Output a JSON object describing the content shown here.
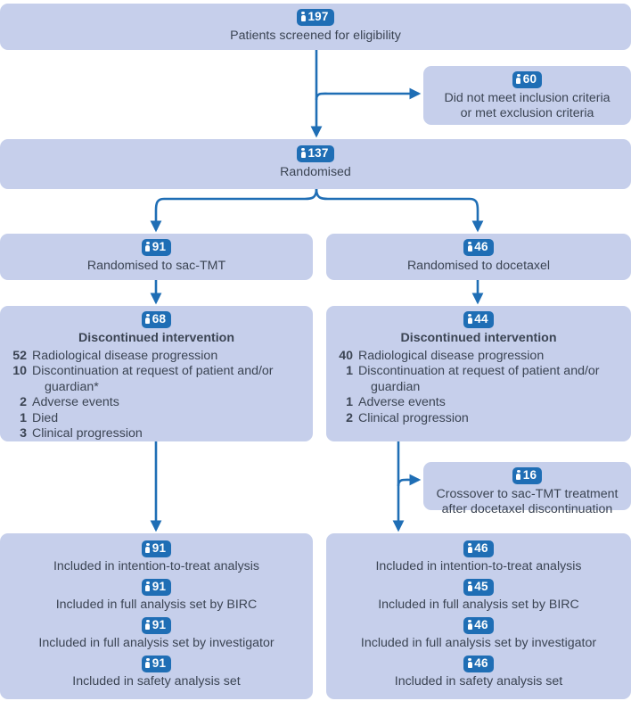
{
  "colors": {
    "box_fill": "#c6cfeb",
    "badge_fill": "#1f6eb5",
    "connector": "#1f6eb5",
    "text": "#3b4453"
  },
  "icon": "person-icon",
  "nodes": {
    "screened": {
      "count": "197",
      "label": "Patients screened for eligibility"
    },
    "excluded": {
      "count": "60",
      "label_line1": "Did not meet inclusion criteria",
      "label_line2": "or met exclusion criteria"
    },
    "randomised": {
      "count": "137",
      "label": "Randomised"
    },
    "arm_left": {
      "count": "91",
      "label": "Randomised to sac-TMT"
    },
    "arm_right": {
      "count": "46",
      "label": "Randomised to docetaxel"
    },
    "discontinued_left": {
      "count": "68",
      "title": "Discontinued intervention",
      "reasons": [
        {
          "n": "52",
          "text": "Radiological disease progression",
          "cont": ""
        },
        {
          "n": "10",
          "text": "Discontinuation at request of patient and/or",
          "cont": "guardian*"
        },
        {
          "n": "2",
          "text": "Adverse events",
          "cont": ""
        },
        {
          "n": "1",
          "text": "Died",
          "cont": ""
        },
        {
          "n": "3",
          "text": "Clinical progression",
          "cont": ""
        }
      ]
    },
    "discontinued_right": {
      "count": "44",
      "title": "Discontinued intervention",
      "reasons": [
        {
          "n": "40",
          "text": "Radiological disease progression",
          "cont": ""
        },
        {
          "n": "1",
          "text": "Discontinuation at request of patient and/or",
          "cont": "guardian"
        },
        {
          "n": "1",
          "text": "Adverse events",
          "cont": ""
        },
        {
          "n": "2",
          "text": "Clinical progression",
          "cont": ""
        }
      ]
    },
    "crossover": {
      "count": "16",
      "label_line1": "Crossover to sac-TMT treatment",
      "label_line2": "after docetaxel discontinuation"
    },
    "final_left": {
      "rows": [
        {
          "count": "91",
          "label": "Included in intention-to-treat analysis"
        },
        {
          "count": "91",
          "label": "Included in full analysis set by BIRC"
        },
        {
          "count": "91",
          "label": "Included in full analysis set by investigator"
        },
        {
          "count": "91",
          "label": "Included in safety analysis set"
        }
      ]
    },
    "final_right": {
      "rows": [
        {
          "count": "46",
          "label": "Included in intention-to-treat analysis"
        },
        {
          "count": "45",
          "label": "Included in full analysis set by BIRC"
        },
        {
          "count": "46",
          "label": "Included in full analysis set by investigator"
        },
        {
          "count": "46",
          "label": "Included in safety analysis set"
        }
      ]
    }
  }
}
